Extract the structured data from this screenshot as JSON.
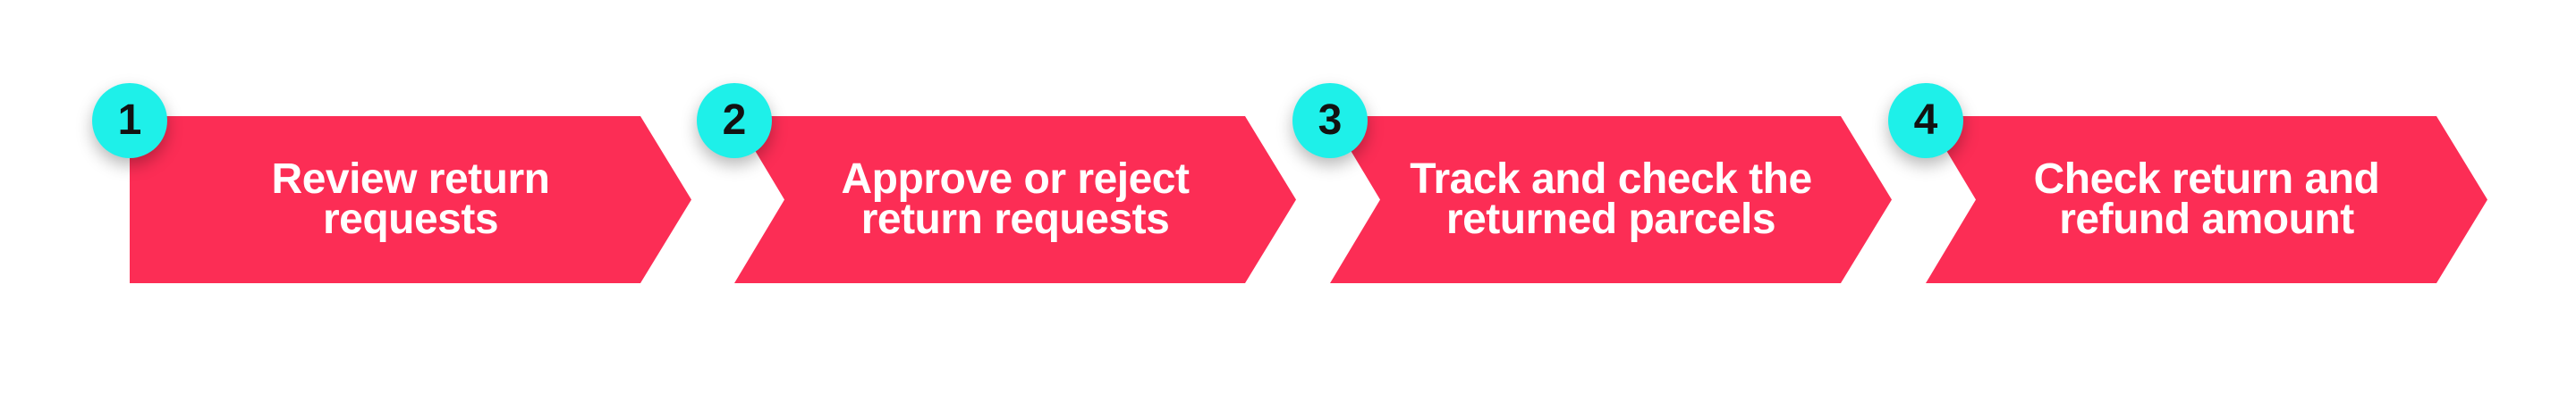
{
  "colors": {
    "background": "#ffffff",
    "arrow": "#fc2d55",
    "badge": "#1ef0e9",
    "badge-text": "#121212",
    "label-text": "#ffffff"
  },
  "diagram": {
    "type": "process-flow",
    "steps": [
      {
        "number": "1",
        "label": "Review return requests",
        "lines": [
          "Review return",
          "requests"
        ]
      },
      {
        "number": "2",
        "label": "Approve or reject return requests",
        "lines": [
          "Approve or reject",
          "return requests"
        ]
      },
      {
        "number": "3",
        "label": "Track and check the returned parcels",
        "lines": [
          "Track and check the",
          "returned parcels"
        ]
      },
      {
        "number": "4",
        "label": "Check return and refund amount",
        "lines": [
          "Check return and",
          "refund amount"
        ]
      }
    ]
  }
}
